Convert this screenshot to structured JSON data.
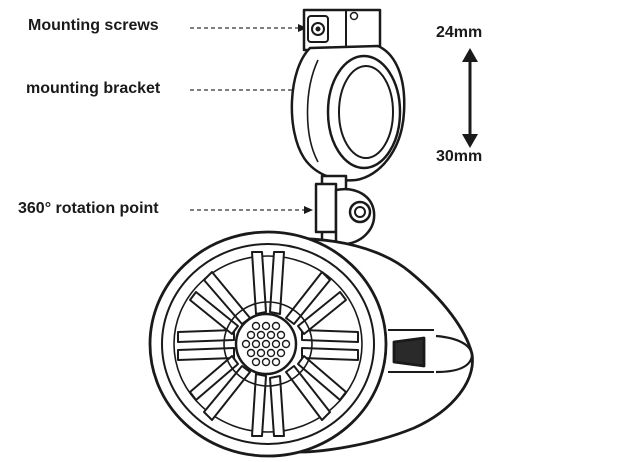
{
  "labels": {
    "mounting_screws": "Mounting screws",
    "mounting_bracket": "mounting bracket",
    "rotation_point": "360° rotation point"
  },
  "dimensions": {
    "min": "24mm",
    "max": "30mm"
  },
  "colors": {
    "line": "#1a1a1a",
    "fill": "#ffffff",
    "dark": "#2a2a2a"
  }
}
